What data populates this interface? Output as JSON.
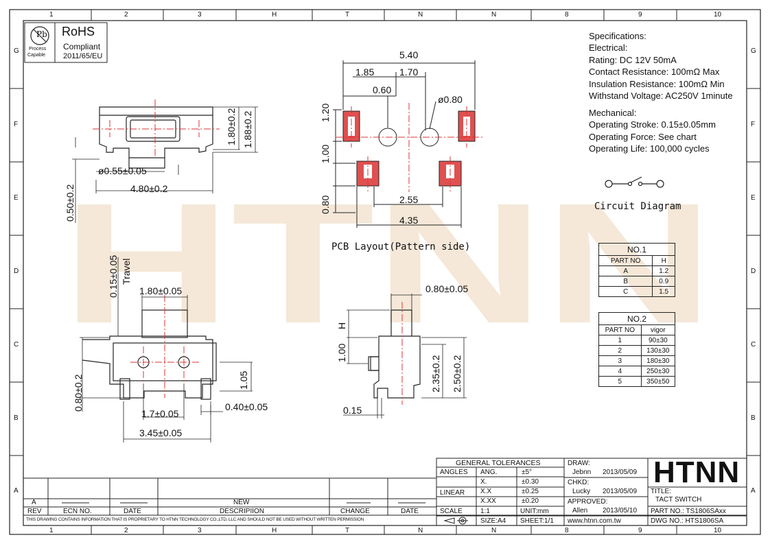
{
  "grid": {
    "cols": [
      "1",
      "2",
      "3",
      "H",
      "T",
      "N",
      "N",
      "8",
      "9",
      "10"
    ],
    "rows": [
      "G",
      "F",
      "E",
      "D",
      "C",
      "B",
      "A"
    ]
  },
  "rohs": {
    "title": "RoHS",
    "line2": "Compliant",
    "line3": "2011/65/EU",
    "pb": "Pb",
    "capable1": "Process",
    "capable2": "Capable"
  },
  "watermark": "HTNN",
  "specs": {
    "lines": [
      "Specifications:",
      "Electrical:",
      "Rating: DC 12V 50mA",
      "Contact Resistance: 100mΩ Max",
      "Insulation Resistance: 100mΩ Min",
      "Withstand Voltage: AC250V 1minute",
      "",
      "Mechanical:",
      "Operating Stroke: 0.15±0.05mm",
      "Operating Force: See chart",
      "Operating Life: 100,000 cycles"
    ]
  },
  "circuit_label": "Circuit Diagram",
  "pcb_label": "PCB Layout(Pattern side)",
  "dims": {
    "d540": "5.40",
    "d185": "1.85",
    "d170": "1.70",
    "d060": "0.60",
    "d080": "ø0.80",
    "d120": "1.20",
    "d100": "1.00",
    "d080b": "0.80",
    "d255": "2.55",
    "d435": "4.35",
    "top_d055": "ø0.55±0.05",
    "top_480": "4.80±0.2",
    "top_050": "0.50±0.2",
    "top_180": "1.80±0.2",
    "top_188": "1.88±0.2",
    "f_travel": "0.15±0.05",
    "f_travel_lbl": "Travel",
    "f_180": "1.80±0.05",
    "f_080": "0.80±0.2",
    "f_105": "1.05",
    "f_17": "1.7±0.05",
    "f_040": "0.40±0.05",
    "f_345": "3.45±0.05",
    "s_080": "0.80±0.05",
    "s_H": "H",
    "s_100": "1.00",
    "s_235": "2.35±0.2",
    "s_250": "2.50±0.2",
    "s_015": "0.15"
  },
  "no1": {
    "title": "NO.1",
    "headers": [
      "PART NO",
      "H"
    ],
    "rows": [
      [
        "A",
        "1.2"
      ],
      [
        "B",
        "0.9"
      ],
      [
        "C",
        "1.5"
      ]
    ]
  },
  "no2": {
    "title": "NO.2",
    "headers": [
      "PART NO",
      "vigor"
    ],
    "rows": [
      [
        "1",
        "90±30"
      ],
      [
        "2",
        "130±30"
      ],
      [
        "3",
        "180±30"
      ],
      [
        "4",
        "250±30"
      ],
      [
        "5",
        "350±50"
      ]
    ]
  },
  "revision": {
    "rev_value": "A",
    "new_label": "NEW",
    "headers": [
      "REV",
      "ECN NO.",
      "DATE",
      "DESCRIPIION",
      "CHANGE",
      "DATE"
    ],
    "proprietary": "THIS DRAWING CONTAINS INFORMATION THAT IS PROPRIETARY TO HTNN TECHNOLOGY CO.,LTD, LLC AND SHOULD NOT BE USED WITHOUT WRITTEN PERMISSION"
  },
  "tolerances": {
    "title": "GENERAL TOLERANCES",
    "angles_label": "ANGLES",
    "ang_label": "ANG.",
    "ang_val": "±5°",
    "linear_label": "LINEAR",
    "x_label": "X.",
    "x_val": "±0.30",
    "xx_label": "X.X",
    "xx_val": "±0.25",
    "xxx_label": "X.XX",
    "xxx_val": "±0.20",
    "scale_label": "SCALE",
    "scale_val": "1:1",
    "unit": "UNIT:mm",
    "size": "SIZE:A4",
    "sheet": "SHEET:1/1"
  },
  "approvals": {
    "draw_label": "DRAW:",
    "draw_name": "Jebnn",
    "draw_date": "2013/05/09",
    "chkd_label": "CHKD:",
    "chkd_name": "Lucky",
    "chkd_date": "2013/05/09",
    "appr_label": "APPROVED:",
    "appr_name": "Allen",
    "appr_date": "2013/05/10",
    "website": "www.htnn.com.tw"
  },
  "title_block": {
    "logo": "HTNN",
    "title_label": "TITLE:",
    "title_value": "TACT SWITCH",
    "part_no": "PART NO.: TS1806SAxx",
    "dwg_no": "DWG NO.: HTS1806SA"
  }
}
